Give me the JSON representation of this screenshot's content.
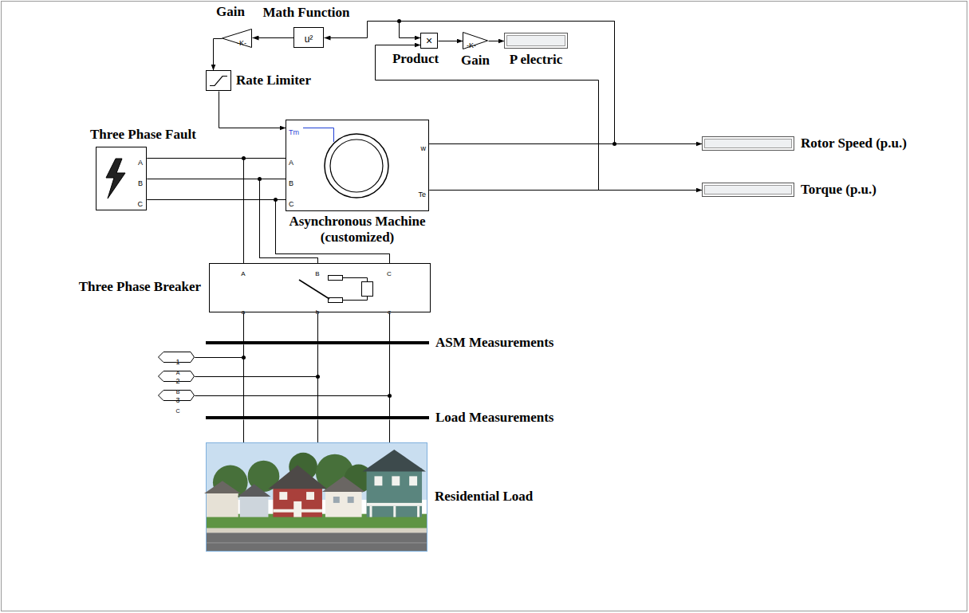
{
  "diagram": {
    "nodes": [
      {
        "text": [
          "Gain",
          "-K-"
        ]
      },
      {
        "text": [
          "Math Function",
          "u²"
        ]
      },
      {
        "text": [
          "×",
          "Product"
        ]
      },
      {
        "text": [
          "-K-",
          "Gain"
        ]
      },
      {
        "text": [
          "P electric"
        ]
      },
      {
        "text": [
          "Rate Limiter"
        ]
      },
      {
        "text": [
          "Three Phase Fault",
          "A",
          "B",
          "C"
        ]
      },
      {
        "text": [
          "Tm",
          "A",
          "B",
          "C",
          "w",
          "Te",
          "Asynchronous Machine (customized)"
        ]
      },
      {
        "text": [
          "Rotor Speed (p.u.)"
        ]
      },
      {
        "text": [
          "Torque (p.u.)"
        ]
      },
      {
        "text": [
          "Three Phase Breaker",
          "A",
          "B",
          "C",
          "a",
          "b",
          "c"
        ]
      },
      {
        "text": [
          "ASM Measurements"
        ]
      },
      {
        "text": [
          "1",
          "A"
        ]
      },
      {
        "text": [
          "2",
          "B"
        ]
      },
      {
        "text": [
          "3",
          "C"
        ]
      },
      {
        "text": [
          "Load Measurements"
        ]
      },
      {
        "text": [
          "Residential Load"
        ]
      }
    ],
    "edges": [
      {
        "from": 1,
        "to": 0,
        "arrow": "to"
      },
      {
        "from": 0,
        "to": 5,
        "arrow": "to"
      },
      {
        "from": 5,
        "to": 7,
        "arrow": "to"
      },
      {
        "from": 7,
        "to": 1,
        "arrow": "to"
      },
      {
        "from": 7,
        "to": 2,
        "arrow": "to"
      },
      {
        "from": 7,
        "to": 2,
        "arrow": "to"
      },
      {
        "from": 2,
        "to": 3,
        "arrow": "to"
      },
      {
        "from": 3,
        "to": 4,
        "arrow": "to"
      },
      {
        "from": 7,
        "to": 8,
        "arrow": "to"
      },
      {
        "from": 7,
        "to": 9,
        "arrow": "to"
      },
      {
        "from": 6,
        "to": 7,
        "arrow": "none"
      },
      {
        "from": 6,
        "to": 7,
        "arrow": "none"
      },
      {
        "from": 6,
        "to": 7,
        "arrow": "none"
      },
      {
        "from": 6,
        "to": 10,
        "arrow": "none"
      },
      {
        "from": 6,
        "to": 10,
        "arrow": "none"
      },
      {
        "from": 6,
        "to": 10,
        "arrow": "none"
      },
      {
        "from": 7,
        "to": 10,
        "arrow": "none"
      },
      {
        "from": 7,
        "to": 10,
        "arrow": "none"
      },
      {
        "from": 7,
        "to": 10,
        "arrow": "none"
      },
      {
        "from": 10,
        "to": 11,
        "arrow": "none"
      },
      {
        "from": 10,
        "to": 11,
        "arrow": "none"
      },
      {
        "from": 10,
        "to": 11,
        "arrow": "none"
      },
      {
        "from": 11,
        "to": 15,
        "arrow": "none"
      },
      {
        "from": 11,
        "to": 15,
        "arrow": "none"
      },
      {
        "from": 11,
        "to": 15,
        "arrow": "none"
      },
      {
        "from": 15,
        "to": 16,
        "arrow": "none"
      },
      {
        "from": 15,
        "to": 16,
        "arrow": "none"
      },
      {
        "from": 15,
        "to": 16,
        "arrow": "none"
      },
      {
        "from": 12,
        "to": 11,
        "arrow": "none"
      },
      {
        "from": 13,
        "to": 11,
        "arrow": "none"
      },
      {
        "from": 14,
        "to": 11,
        "arrow": "none"
      },
      {
        "from": 12,
        "to": 15,
        "arrow": "none"
      },
      {
        "from": 13,
        "to": 15,
        "arrow": "none"
      },
      {
        "from": 14,
        "to": 15,
        "arrow": "none"
      }
    ]
  }
}
